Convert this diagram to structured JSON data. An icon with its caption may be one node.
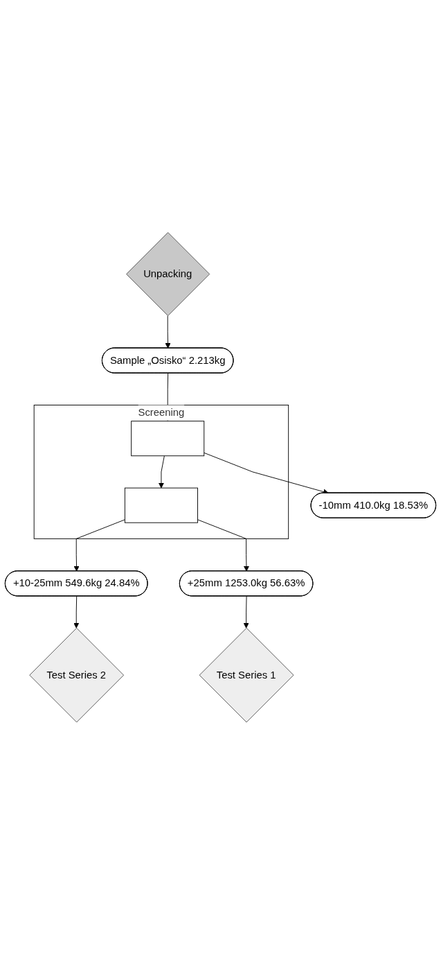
{
  "diagram": {
    "nodes": [
      {
        "text": [
          "Unpacking"
        ]
      },
      {
        "text": [
          "Sample „Osisko“ 2.213kg"
        ]
      },
      {
        "text": [
          "Screening"
        ]
      },
      {
        "text": [],
        "shape": "box",
        "in": 2
      },
      {
        "text": [],
        "shape": "box",
        "in": 2
      },
      {
        "text": [
          "-10mm 410.0kg 18.53%"
        ]
      },
      {
        "text": [
          "+10-25mm 549.6kg 24.84%"
        ]
      },
      {
        "text": [
          "Test Series 2"
        ]
      },
      {
        "text": [
          "+25mm 1253.0kg 56.63%"
        ]
      },
      {
        "text": [
          "Test Series 1"
        ]
      }
    ],
    "edges": [
      {
        "from": 0,
        "to": 1,
        "arrow": "to"
      },
      {
        "from": 1,
        "to": 3,
        "arrow": "to"
      },
      {
        "from": 3,
        "to": 5,
        "arrow": "to"
      },
      {
        "from": 3,
        "to": 4,
        "arrow": "to"
      },
      {
        "from": 4,
        "to": 6,
        "arrow": "to"
      },
      {
        "from": 4,
        "to": 8,
        "arrow": "to"
      },
      {
        "from": 6,
        "to": 7,
        "arrow": "to"
      },
      {
        "from": 8,
        "to": 9,
        "arrow": "to"
      }
    ]
  }
}
